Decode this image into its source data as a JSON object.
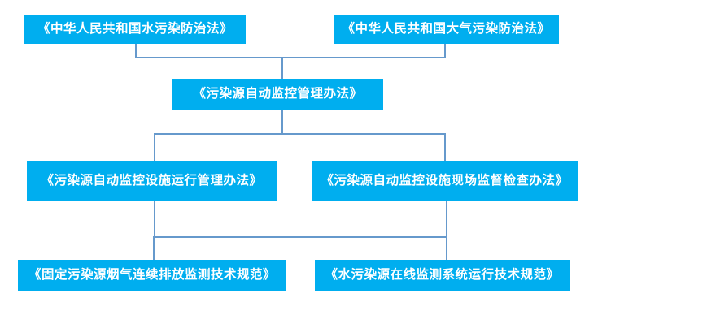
{
  "diagram": {
    "type": "flowchart-hierarchy",
    "title": "",
    "theme": {
      "node_fill": "#00AEEF",
      "node_text": "#FFFFFF",
      "connector": "#6699CC",
      "background": "#FFFFFF"
    },
    "levels": [
      {
        "level": 1,
        "nodes": [
          {
            "id": "water-law",
            "label": "《中华人民共和国水污染防治法》"
          },
          {
            "id": "air-law",
            "label": "《中华人民共和国大气污染防治法》"
          }
        ]
      },
      {
        "level": 2,
        "nodes": [
          {
            "id": "auto-admin",
            "label": "《污染源自动监控管理办法》"
          }
        ]
      },
      {
        "level": 3,
        "nodes": [
          {
            "id": "facility-op",
            "label": "《污染源自动监控设施运行管理办法》"
          },
          {
            "id": "onsite-sup",
            "label": "《污染源自动监控设施现场监督检查办法》"
          }
        ]
      },
      {
        "level": 4,
        "nodes": [
          {
            "id": "cems-spec",
            "label": "《固定污染源烟气连续排放监测技术规范》"
          },
          {
            "id": "water-spec",
            "label": "《水污染源在线监测系统运行技术规范》"
          }
        ]
      }
    ],
    "edges": [
      {
        "from": "water-law",
        "to": "auto-admin"
      },
      {
        "from": "air-law",
        "to": "auto-admin"
      },
      {
        "from": "auto-admin",
        "to": "facility-op"
      },
      {
        "from": "auto-admin",
        "to": "onsite-sup"
      },
      {
        "from": "facility-op",
        "to": "cems-spec"
      },
      {
        "from": "onsite-sup",
        "to": "water-spec"
      }
    ]
  }
}
